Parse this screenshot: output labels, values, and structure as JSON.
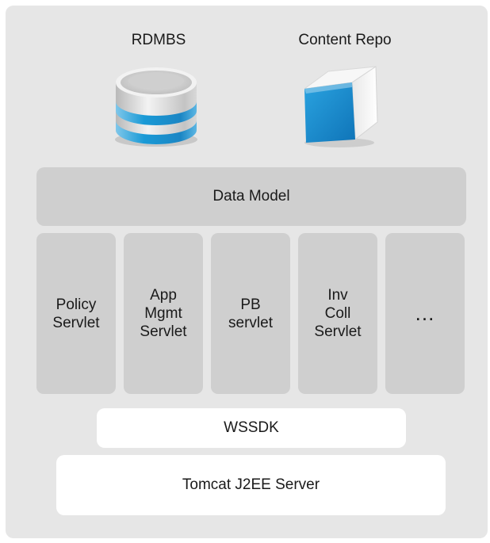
{
  "storage": {
    "rdbms_label": "RDMBS",
    "repo_label": "Content Repo"
  },
  "layers": {
    "data_model": "Data Model",
    "servlets": [
      "Policy\nServlet",
      "App\nMgmt\nServlet",
      "PB\nservlet",
      "Inv\nColl\nServlet",
      "..."
    ],
    "wssdk": "WSSDK",
    "server": "Tomcat J2EE Server"
  },
  "colors": {
    "background_panel": "#e6e6e6",
    "block": "#cfcfcf",
    "white_block": "#ffffff",
    "database_blue": "#1a9ad6",
    "cube_blue": "#1b8fd2"
  },
  "icons": {
    "database": "database-icon",
    "repository": "cube-icon"
  }
}
